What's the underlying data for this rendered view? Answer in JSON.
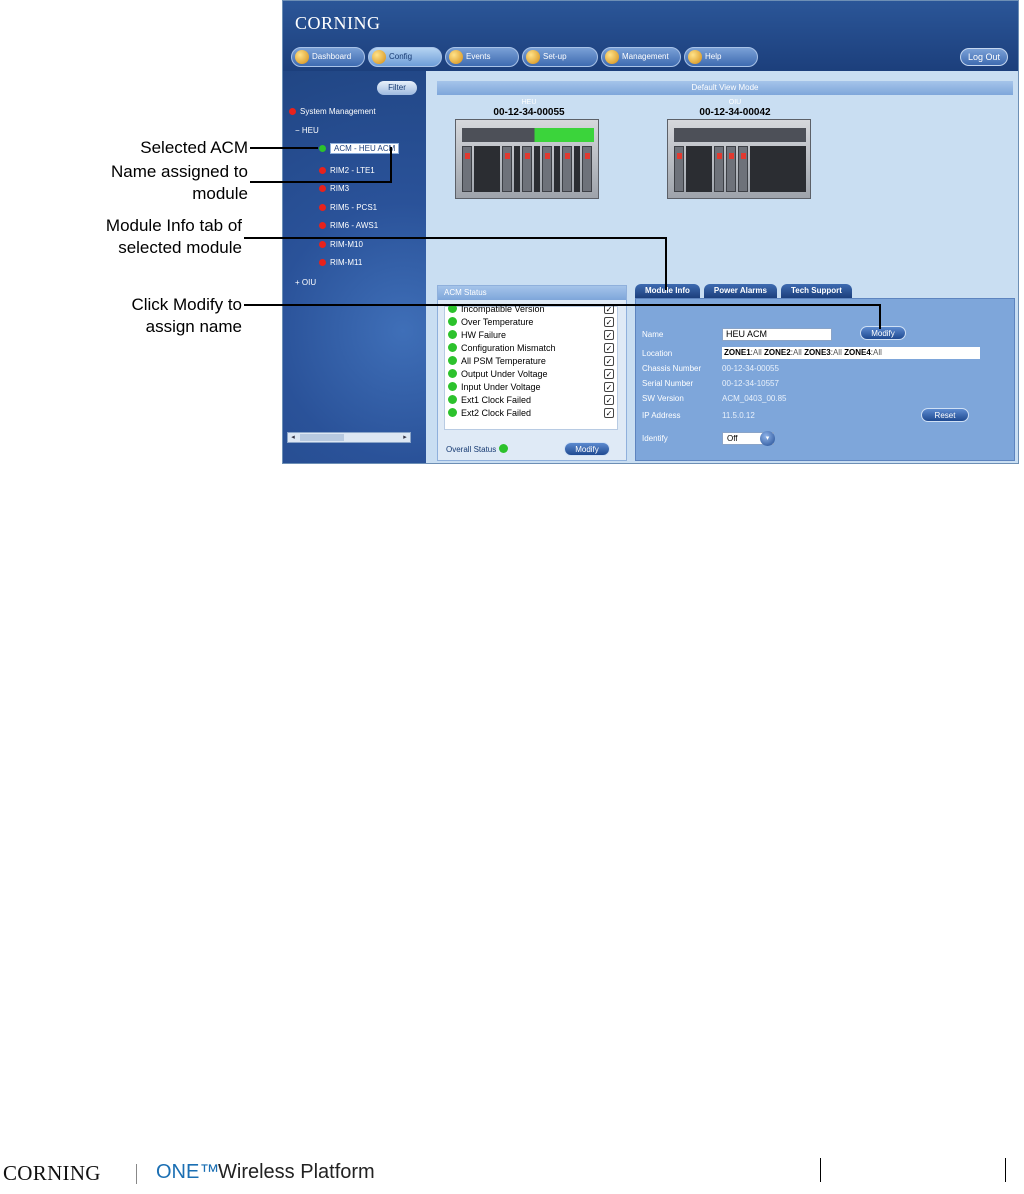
{
  "app": {
    "brand": "CORNING",
    "nav_tabs": [
      "Dashboard",
      "Config",
      "Events",
      "Set-up",
      "Management",
      "Help"
    ],
    "active_tab": "Config",
    "logout_label": "Log Out"
  },
  "tree": {
    "filter_label": "Filter",
    "items": [
      {
        "label": "System Management",
        "status": "red"
      },
      {
        "label": "HEU",
        "status": "none"
      },
      {
        "label": "ACM - HEU ACM",
        "status": "green"
      },
      {
        "label": "RIM2 - LTE1",
        "status": "red"
      },
      {
        "label": "RIM3",
        "status": "red"
      },
      {
        "label": "RIM5 - PCS1",
        "status": "red"
      },
      {
        "label": "RIM6 - AWS1",
        "status": "red"
      },
      {
        "label": "RIM-M10",
        "status": "red"
      },
      {
        "label": "RIM-M11",
        "status": "red"
      },
      {
        "label": "OIU",
        "status": "none"
      }
    ]
  },
  "view": {
    "title": "Default View Mode",
    "units": [
      {
        "type": "HEU",
        "id": "00-12-34-00055"
      },
      {
        "type": "OIU",
        "id": "00-12-34-00042"
      }
    ]
  },
  "acm_status": {
    "title": "ACM Status",
    "items": [
      "Incompatible Version",
      "Over Temperature",
      "HW Failure",
      "Configuration Mismatch",
      "All PSM Temperature",
      "Output Under Voltage",
      "Input Under Voltage",
      "Ext1 Clock Failed",
      "Ext2 Clock Failed"
    ],
    "overall_label": "Overall Status",
    "modify_label": "Modify"
  },
  "module_info": {
    "tabs": [
      "Module Info",
      "Power Alarms",
      "Tech Support"
    ],
    "name_label": "Name",
    "name_value": "HEU ACM",
    "modify_label": "Modify",
    "location_label": "Location",
    "zones": [
      {
        "zone": "ZONE1",
        "value": "All"
      },
      {
        "zone": "ZONE2",
        "value": "All"
      },
      {
        "zone": "ZONE3",
        "value": "All"
      },
      {
        "zone": "ZONE4",
        "value": "All"
      }
    ],
    "fields": [
      {
        "label": "Chassis Number",
        "value": "00-12-34-00055"
      },
      {
        "label": "Serial Number",
        "value": "00-12-34-10557"
      },
      {
        "label": "SW Version",
        "value": "ACM_0403_00.85"
      }
    ],
    "ip_label": "IP Address",
    "ip_value": "11.5.0.12",
    "reset_label": "Reset",
    "identify_label": "Identify",
    "identify_value": "Off"
  },
  "callouts": [
    "Selected ACM",
    "Name assigned to module",
    "Module Info tab of selected module",
    "Click Modify to assign name"
  ],
  "footer": {
    "brand": "CORNING",
    "product_one": "ONE™",
    "product_rest": "Wireless Platform"
  }
}
